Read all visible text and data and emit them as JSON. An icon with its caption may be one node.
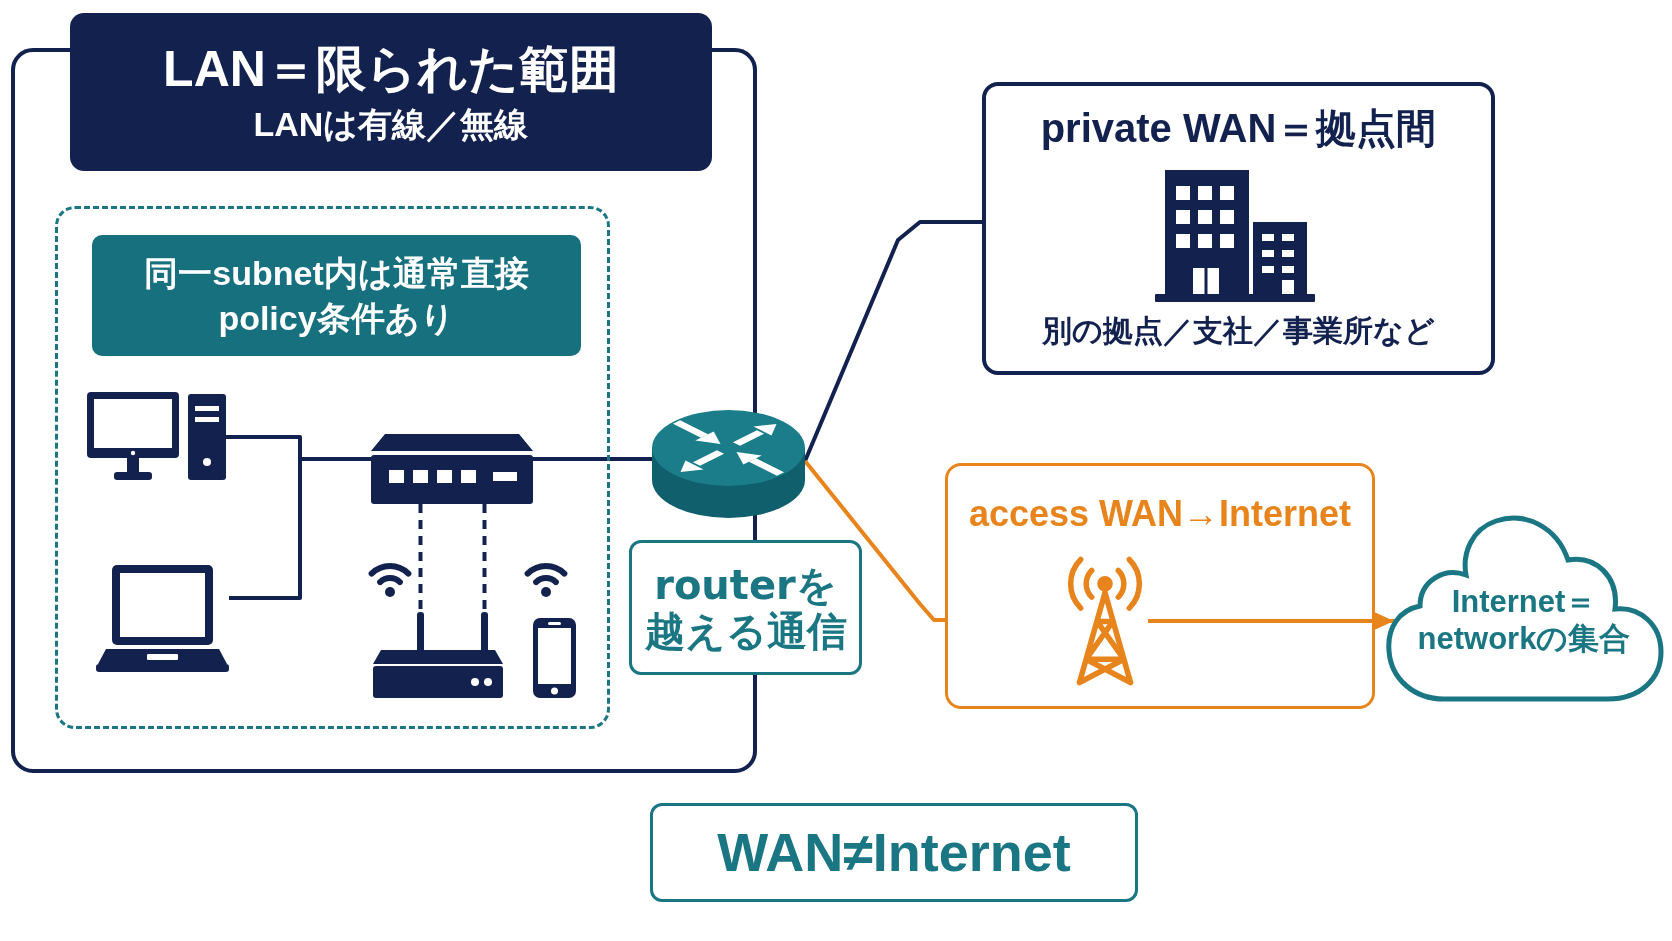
{
  "diagram": {
    "nodes": [
      {
        "text": [
          "LAN＝限られた範囲",
          "LANは有線／無線"
        ]
      },
      {
        "text": [
          "同一subnet内は通常直接",
          "policy条件あり"
        ],
        "in": 0
      },
      {
        "text": [],
        "shape": "picture",
        "in": 1
      },
      {
        "text": [],
        "shape": "picture",
        "in": 1
      },
      {
        "text": [],
        "shape": "picture",
        "in": 1
      },
      {
        "text": [],
        "shape": "picture",
        "in": 1
      },
      {
        "text": [],
        "shape": "picture"
      },
      {
        "text": [
          "routerを越える通信"
        ]
      },
      {
        "text": [
          "private WAN＝拠点間",
          "別の拠点／支社／事業所など"
        ]
      },
      {
        "text": [
          "access WAN→Internet"
        ]
      },
      {
        "text": [],
        "shape": "picture",
        "in": 9
      },
      {
        "text": [
          "Internet＝networkの集合"
        ]
      },
      {
        "text": [
          "WAN≠Internet"
        ]
      }
    ],
    "edges": [
      {
        "from": 2,
        "to": 4,
        "arrow": "none"
      },
      {
        "from": 3,
        "to": 4,
        "arrow": "none"
      },
      {
        "from": 4,
        "to": 6,
        "arrow": "none"
      },
      {
        "from": 4,
        "to": 5,
        "arrow": "none",
        "style": "dashed"
      },
      {
        "from": 4,
        "to": 5,
        "arrow": "none",
        "style": "dashed"
      },
      {
        "from": 6,
        "to": 8,
        "arrow": "none"
      },
      {
        "from": 6,
        "to": 9,
        "arrow": "none",
        "color": "#e8841c"
      },
      {
        "from": 10,
        "to": 11,
        "arrow": "to",
        "color": "#e8841c"
      }
    ]
  }
}
